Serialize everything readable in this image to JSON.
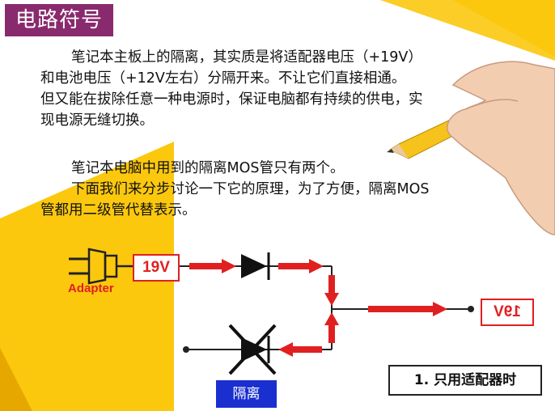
{
  "title": "电路符号",
  "paragraph1": [
    "笔记本主板上的隔离，其实质是将适配器电压（+19V）",
    "和电池电压（+12V左右）分隔开来。不让它们直接相通。",
    "但又能在拔除任意一种电源时，保证电脑都有持续的供电，实",
    "现电源无缝切换。"
  ],
  "paragraph2": [
    "笔记本电脑中用到的隔离MOS管只有两个。",
    "下面我们来分步讨论一下它的原理，为了方便，隔离MOS",
    "管都用二级管代替表示。"
  ],
  "diagram": {
    "input_label": "19V",
    "output_label": "19V",
    "adapter_label": "Adapter",
    "isolation_label": "隔离",
    "caption": "1. 只用适配器时"
  },
  "colors": {
    "title_bg": "#8a2a6e",
    "accent_yellow": "#fbc80e",
    "arrow_red": "#e02020",
    "isolation_bg": "#1a2fd0"
  }
}
